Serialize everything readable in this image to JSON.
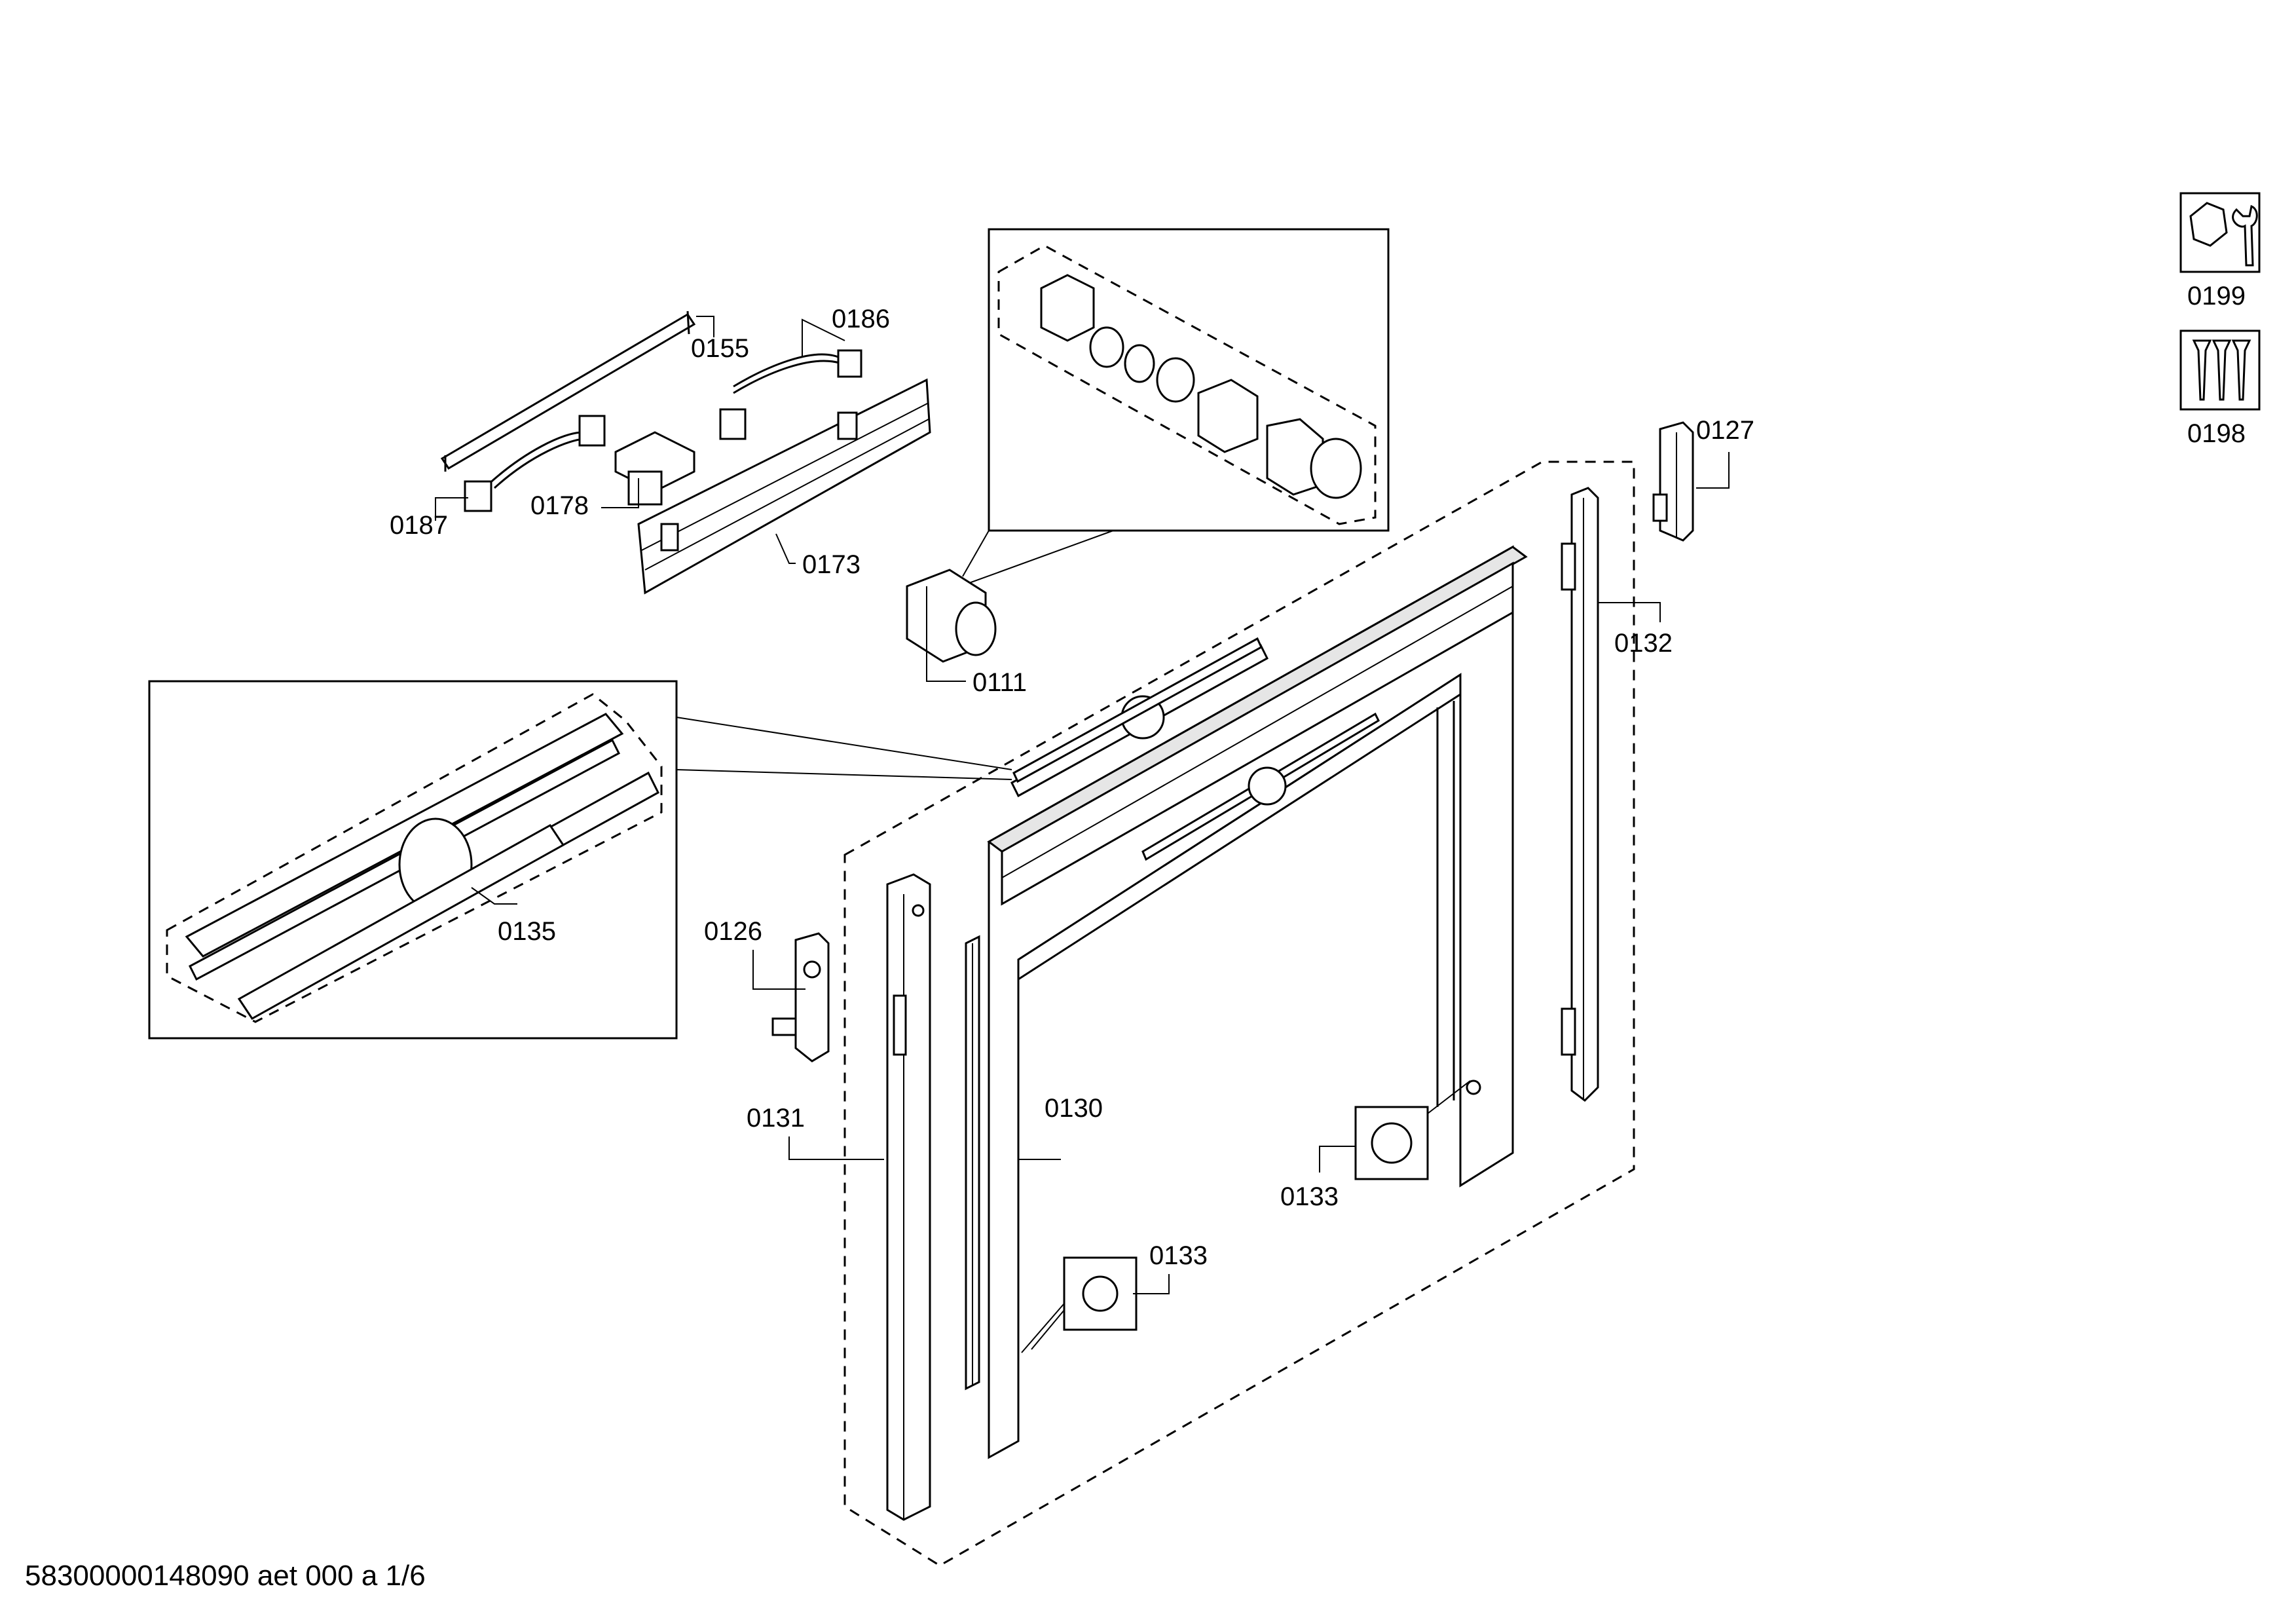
{
  "document_id": "58300000148090 aet 000 a 1/6",
  "parts": [
    {
      "number": "0155",
      "name": "0155"
    },
    {
      "number": "0186",
      "name": "0186"
    },
    {
      "number": "0187",
      "name": "0187"
    },
    {
      "number": "0178",
      "name": "0178"
    },
    {
      "number": "0173",
      "name": "0173"
    },
    {
      "number": "0111",
      "name": "0111"
    },
    {
      "number": "0127",
      "name": "0127"
    },
    {
      "number": "0132",
      "name": "0132"
    },
    {
      "number": "0135",
      "name": "0135"
    },
    {
      "number": "0126",
      "name": "0126"
    },
    {
      "number": "0131",
      "name": "0131"
    },
    {
      "number": "0130",
      "name": "0130"
    },
    {
      "number": "0133",
      "name": "0133"
    },
    {
      "number": "0133",
      "name": "0133"
    }
  ],
  "legend": {
    "tools": {
      "number": "0199",
      "icon": "nut-wrench-icon"
    },
    "screws": {
      "number": "0198",
      "icon": "screws-icon"
    }
  }
}
